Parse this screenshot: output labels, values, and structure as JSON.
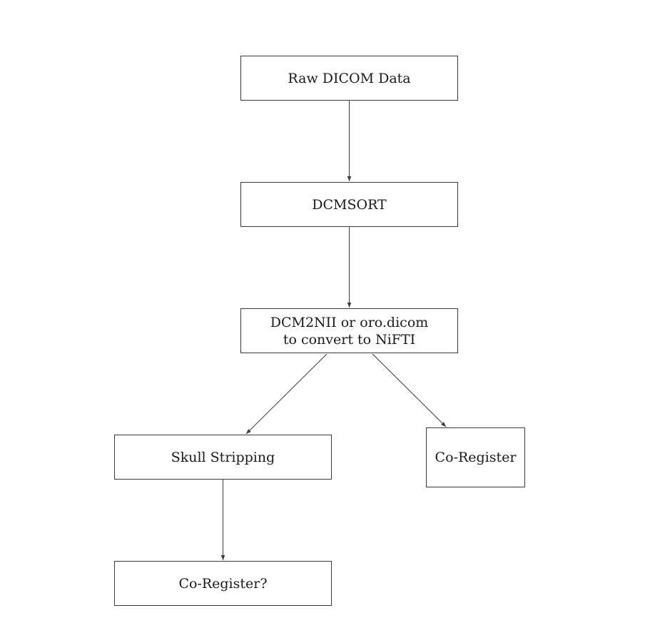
{
  "nodes": {
    "raw_dicom": {
      "label": "Raw DICOM Data"
    },
    "dcmsort": {
      "label": "DCMSORT"
    },
    "convert": {
      "line1": "DCM2NII or oro.dicom",
      "line2": "to convert to NiFTI"
    },
    "skull_stripping": {
      "label": "Skull Stripping"
    },
    "co_register": {
      "label": "Co-Register"
    },
    "co_register_q": {
      "label": "Co-Register?"
    }
  },
  "edges": [
    {
      "from": "raw_dicom",
      "to": "dcmsort"
    },
    {
      "from": "dcmsort",
      "to": "convert"
    },
    {
      "from": "convert",
      "to": "skull_stripping"
    },
    {
      "from": "convert",
      "to": "co_register"
    },
    {
      "from": "skull_stripping",
      "to": "co_register_q"
    }
  ],
  "colors": {
    "stroke": "#3a3a3a",
    "text": "#1a1a1a",
    "background": "#ffffff"
  }
}
